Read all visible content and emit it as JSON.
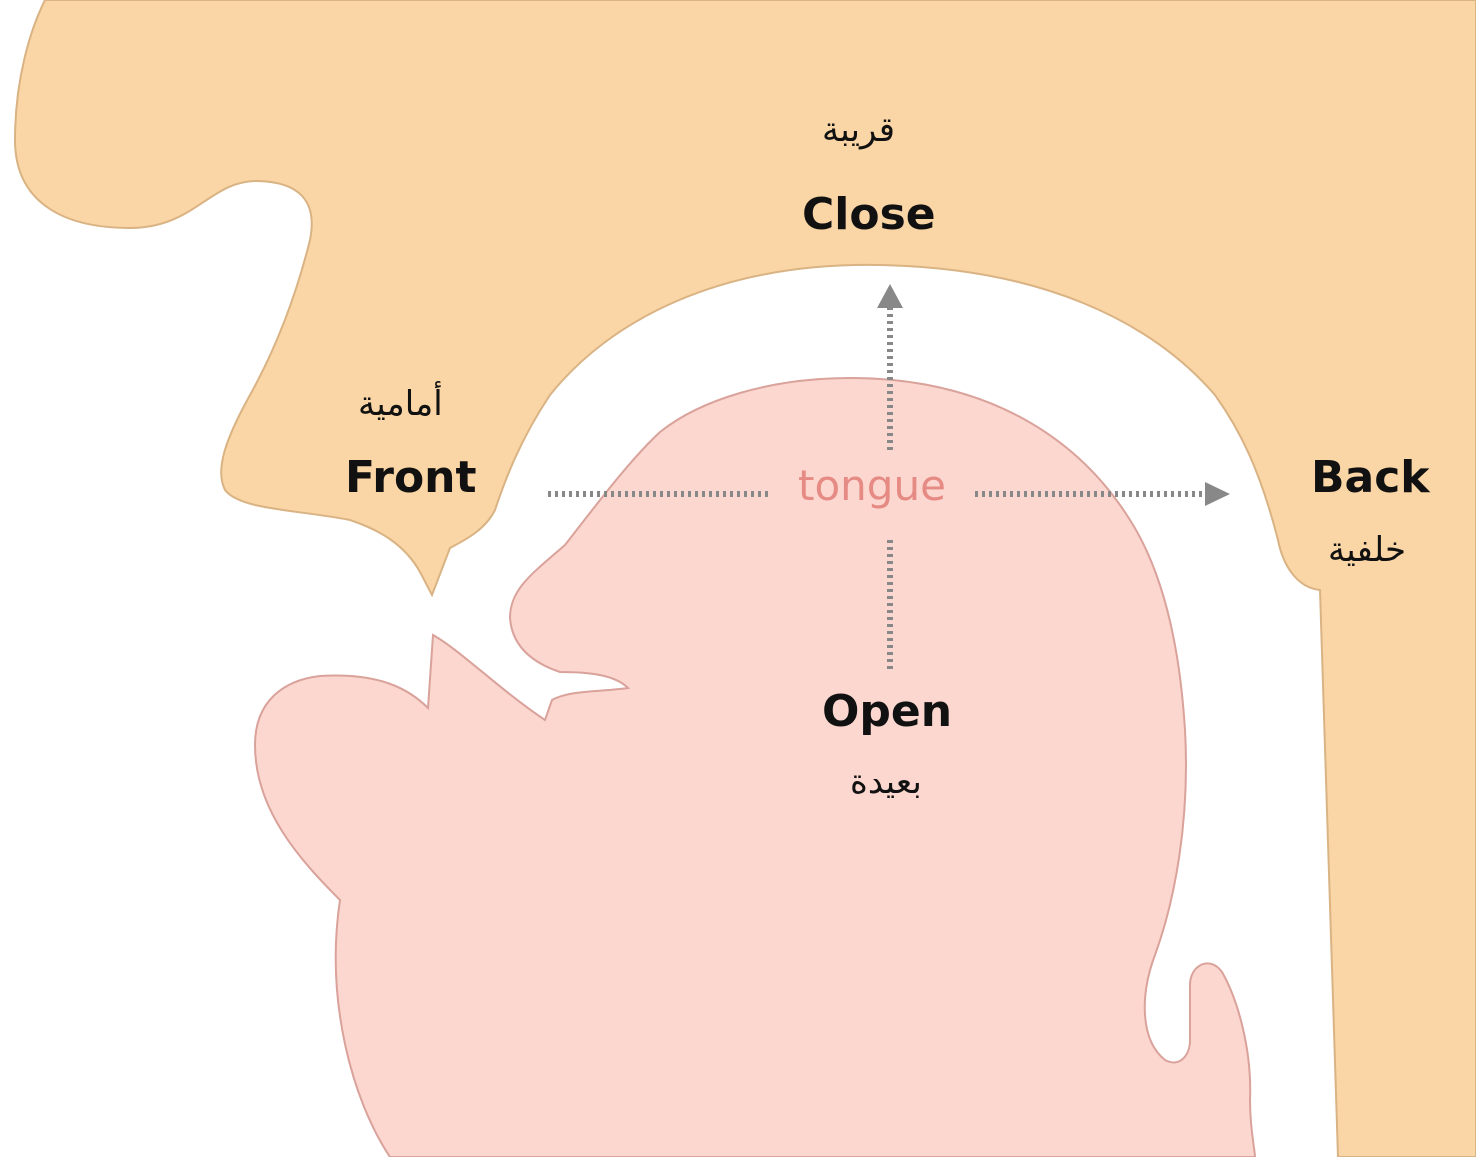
{
  "colors": {
    "upper_fill": "#fad5a5",
    "upper_stroke": "#d9b383",
    "tongue_fill": "#fbd7d0",
    "tongue_stroke": "#d9a29a",
    "arrow": "#888888",
    "tongue_text": "#e68a84"
  },
  "labels": {
    "close": "Close",
    "close_ar": "قريبة",
    "open": "Open",
    "open_ar": "بعيدة",
    "front": "Front",
    "front_ar": "أمامية",
    "back": "Back",
    "back_ar": "خلفية",
    "tongue": "tongue"
  }
}
